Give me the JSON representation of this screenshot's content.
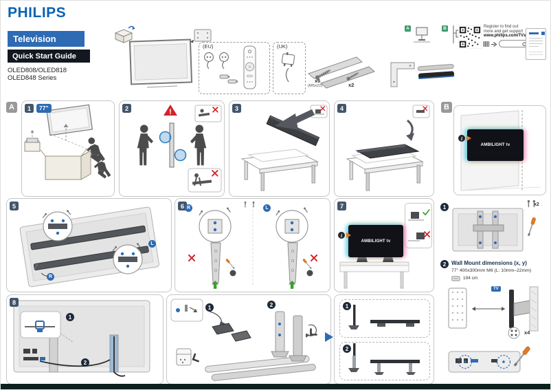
{
  "brand": {
    "logo": "PHILIPS",
    "product": "Television",
    "guide": "Quick Start Guide",
    "model1": "OLED808/OLED818",
    "model2": "OLED848 Series"
  },
  "unbox": {
    "eu": "(EU)",
    "uk": "(UK)",
    "screws6_count": "x6",
    "screws6_size": "(M5x22)",
    "screws2_count": "x2"
  },
  "register": {
    "line1": "Register to find out more and get support",
    "line2": "www.philips.com/TVsupport",
    "thumb_a": "A",
    "thumb_b": "B"
  },
  "sectionA": {
    "label": "A",
    "size_badge": "77\""
  },
  "sectionB": {
    "label": "B",
    "ambilight": "AMBILIGHT tv",
    "step1": "1",
    "step2": "2",
    "x2": "x2",
    "x4": "x4",
    "wall_title": "Wall Mount dimensions (x, y)",
    "wall_spec": "77\" 400x300mm M6 (L: 10mm–22mm)",
    "wall_note": "194 cm",
    "tv_tag": "TV"
  },
  "steps": {
    "s1": "1",
    "s2": "2",
    "s3": "3",
    "s4": "4",
    "s5": "5",
    "s6": "6",
    "s7": "7",
    "s8": "8"
  },
  "marks": {
    "r": "R",
    "l": "L",
    "n1": "1",
    "n2": "2",
    "warning": "!",
    "info": "i"
  },
  "colors": {
    "philips_blue": "#0a63b6",
    "accent_blue": "#2e6bb4",
    "step_slate": "#42566b",
    "navy": "#1d2a39",
    "red": "#d2232a",
    "green": "#3f9c35",
    "orange": "#e07b28",
    "footer": "#0c201e"
  }
}
